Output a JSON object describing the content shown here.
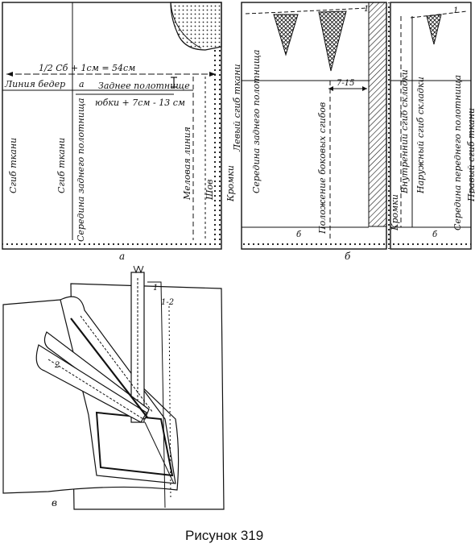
{
  "caption": "Рисунок 319",
  "panel_a": {
    "letter": "а",
    "width_note": "1/2 Сб + 1см = 54см",
    "hip_line": "Линия бедер",
    "back_panel_title": "Заднее полотнище",
    "back_panel_sub": "юбки + 7см - 13 см",
    "grain_fold_1": "Сгиб ткани",
    "grain_fold_2": "Сгиб ткани",
    "back_center": "Середина заднего полотнища",
    "chalk_line": "Меловая линия",
    "seam": "Шов",
    "selvages": "Кромки",
    "left_fold": "Левый сгиб ткани",
    "marker_a": "а"
  },
  "panel_b": {
    "letter": "б",
    "back_center": "Середина заднего полотнища",
    "side_darts": "Положение боковых сгибов",
    "dim_label": "7-15",
    "inner_fold": "Внутренний сгиб складки",
    "outer_fold": "Наружный сгиб складки",
    "selvage": "Кромки",
    "front_center": "Середина переднего полотнища",
    "right_fold": "Правый сгиб ткани",
    "mark_1_left": "1",
    "mark_1_right": "1",
    "mark_b_left": "б",
    "mark_b_right": "б"
  },
  "panel_v": {
    "letter": "в",
    "mark_1": "1",
    "mark_1_2": "1-2",
    "mark_2": "2"
  }
}
